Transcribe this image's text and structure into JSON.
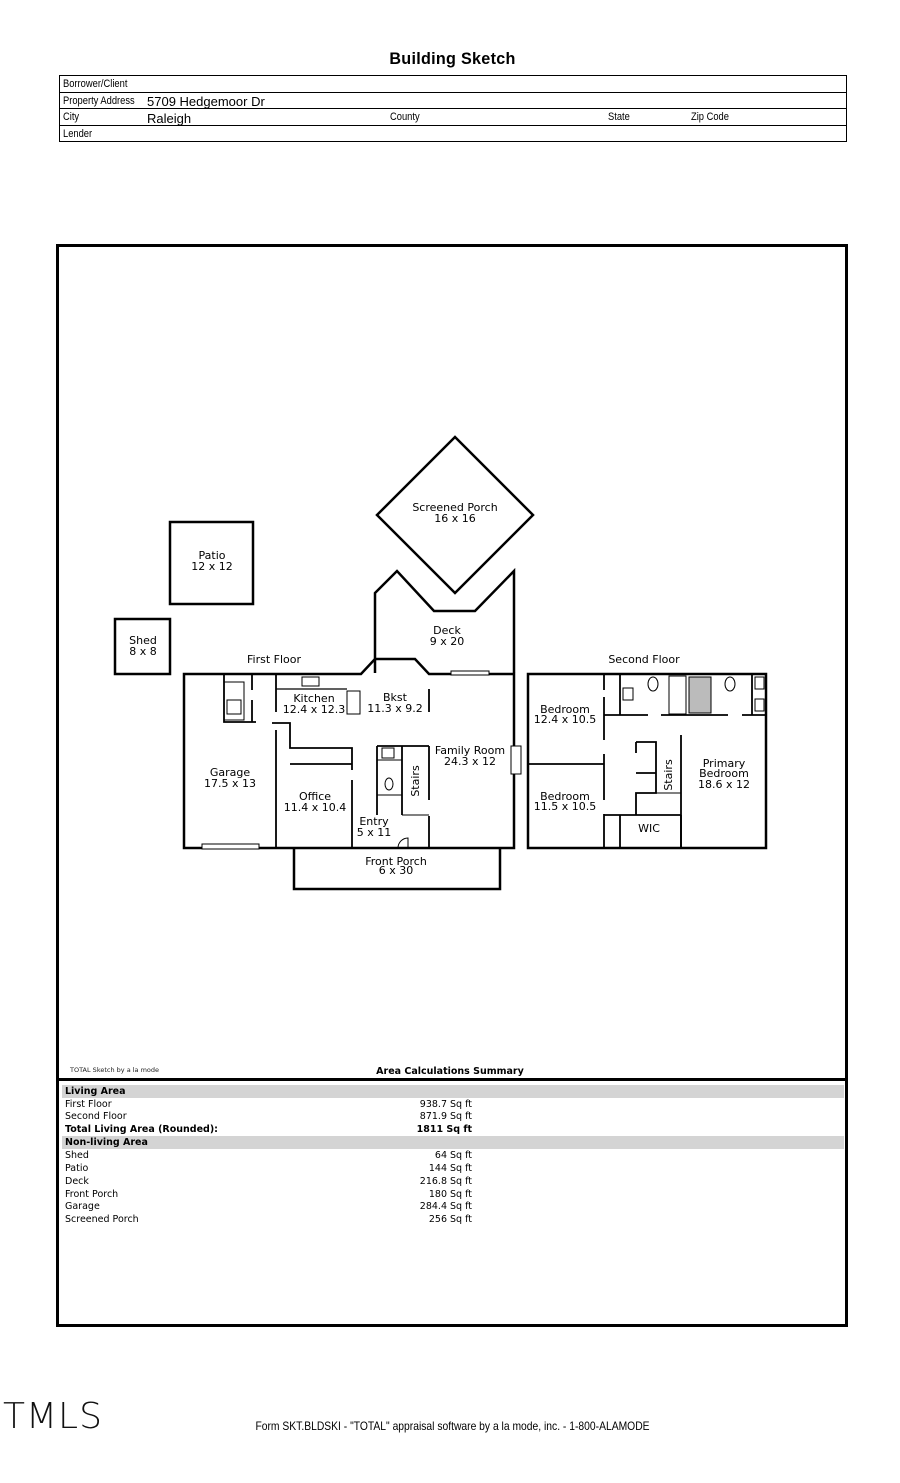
{
  "document": {
    "title": "Building Sketch",
    "header": {
      "borrower_label": "Borrower/Client",
      "borrower_value": "",
      "address_label": "Property Address",
      "address_value": "5709 Hedgemoor Dr",
      "city_label": "City",
      "city_value": "Raleigh",
      "county_label": "County",
      "state_label": "State",
      "zip_label": "Zip Code",
      "lender_label": "Lender"
    }
  },
  "sketch": {
    "first_floor_label": "First Floor",
    "second_floor_label": "Second Floor",
    "areas": {
      "screened_porch": {
        "name": "Screened Porch",
        "dims": "16 x 16"
      },
      "patio": {
        "name": "Patio",
        "dims": "12 x 12"
      },
      "shed": {
        "name": "Shed",
        "dims": "8 x 8"
      },
      "deck": {
        "name": "Deck",
        "dims": "9 x 20"
      },
      "kitchen": {
        "name": "Kitchen",
        "dims": "12.4 x 12.3"
      },
      "bkst": {
        "name": "Bkst",
        "dims": "11.3 x 9.2"
      },
      "family_room": {
        "name": "Family Room",
        "dims": "24.3 x 12"
      },
      "garage": {
        "name": "Garage",
        "dims": "17.5 x 13"
      },
      "office": {
        "name": "Office",
        "dims": "11.4 x 10.4"
      },
      "entry": {
        "name": "Entry",
        "dims": "5 x 11"
      },
      "stairs_first": {
        "name": "Stairs"
      },
      "front_porch": {
        "name": "Front Porch",
        "dims": "6 x 30"
      },
      "bedroom_1": {
        "name": "Bedroom",
        "dims": "12.4 x 10.5"
      },
      "bedroom_2": {
        "name": "Bedroom",
        "dims": "11.5 x 10.5"
      },
      "stairs_second": {
        "name": "Stairs"
      },
      "primary_bedroom": {
        "name_line1": "Primary",
        "name_line2": "Bedroom",
        "dims": "18.6 x 12"
      },
      "wic": {
        "name": "WIC"
      }
    },
    "credit": "TOTAL Sketch by a la mode"
  },
  "summary": {
    "title": "Area Calculations Summary",
    "living_header": "Living Area",
    "living_rows": [
      {
        "label": "First Floor",
        "value": "938.7 Sq ft"
      },
      {
        "label": "Second Floor",
        "value": "871.9 Sq ft"
      }
    ],
    "total_label": "Total Living Area (Rounded):",
    "total_value": "1811 Sq ft",
    "nonliving_header": "Non-living Area",
    "nonliving_rows": [
      {
        "label": "Shed",
        "value": "64 Sq ft"
      },
      {
        "label": "Patio",
        "value": "144 Sq ft"
      },
      {
        "label": "Deck",
        "value": "216.8 Sq ft"
      },
      {
        "label": "Front Porch",
        "value": "180 Sq ft"
      },
      {
        "label": "Garage",
        "value": "284.4 Sq ft"
      },
      {
        "label": "Screened Porch",
        "value": "256 Sq ft"
      }
    ]
  },
  "footer": {
    "logo": "TMLS",
    "form_text": "Form SKT.BLDSKI - \"TOTAL\" appraisal software by a la mode, inc. - 1-800-ALAMODE"
  }
}
